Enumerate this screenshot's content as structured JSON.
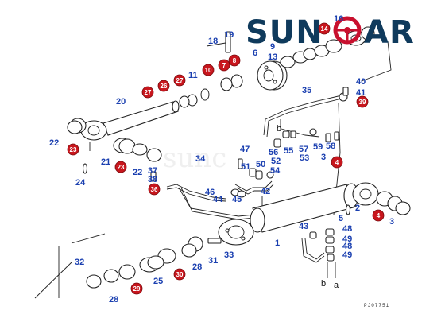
{
  "brand": {
    "left": "SUN",
    "right": "AR",
    "accent": "#c8102e",
    "navy": "#0f3a5c"
  },
  "watermark": "sunc",
  "drawing_code": "PJ07751",
  "connector_letters": {
    "a": "a",
    "b": "b",
    "b_top": "b"
  },
  "colors": {
    "label": "#1a3fb0",
    "callout_fill": "#c8161d"
  },
  "blue_labels": [
    {
      "id": "b18",
      "text": "18"
    },
    {
      "id": "b19",
      "text": "19"
    },
    {
      "id": "b16",
      "text": "16"
    },
    {
      "id": "b6",
      "text": "6"
    },
    {
      "id": "b9",
      "text": "9"
    },
    {
      "id": "b13",
      "text": "13"
    },
    {
      "id": "b11",
      "text": "11"
    },
    {
      "id": "b20",
      "text": "20"
    },
    {
      "id": "b22a",
      "text": "22"
    },
    {
      "id": "b21",
      "text": "21"
    },
    {
      "id": "b22b",
      "text": "22"
    },
    {
      "id": "b24",
      "text": "24"
    },
    {
      "id": "b37",
      "text": "37"
    },
    {
      "id": "b38",
      "text": "38"
    },
    {
      "id": "b34",
      "text": "34"
    },
    {
      "id": "b35",
      "text": "35"
    },
    {
      "id": "b40",
      "text": "40"
    },
    {
      "id": "b41",
      "text": "41"
    },
    {
      "id": "b47",
      "text": "47"
    },
    {
      "id": "b56",
      "text": "56"
    },
    {
      "id": "b55",
      "text": "55"
    },
    {
      "id": "b57",
      "text": "57"
    },
    {
      "id": "b59",
      "text": "59"
    },
    {
      "id": "b58",
      "text": "58"
    },
    {
      "id": "b51",
      "text": "51"
    },
    {
      "id": "b50",
      "text": "50"
    },
    {
      "id": "b52",
      "text": "52"
    },
    {
      "id": "b54",
      "text": "54"
    },
    {
      "id": "b53",
      "text": "53"
    },
    {
      "id": "b3a",
      "text": "3"
    },
    {
      "id": "b46",
      "text": "46"
    },
    {
      "id": "b42",
      "text": "42"
    },
    {
      "id": "b44",
      "text": "44"
    },
    {
      "id": "b45",
      "text": "45"
    },
    {
      "id": "b2",
      "text": "2"
    },
    {
      "id": "b3b",
      "text": "3"
    },
    {
      "id": "b5",
      "text": "5"
    },
    {
      "id": "b1",
      "text": "1"
    },
    {
      "id": "b43",
      "text": "43"
    },
    {
      "id": "b48a",
      "text": "48"
    },
    {
      "id": "b49a",
      "text": "49"
    },
    {
      "id": "b48b",
      "text": "48"
    },
    {
      "id": "b49b",
      "text": "49"
    },
    {
      "id": "b33",
      "text": "33"
    },
    {
      "id": "b31",
      "text": "31"
    },
    {
      "id": "b28a",
      "text": "28"
    },
    {
      "id": "b32",
      "text": "32"
    },
    {
      "id": "b25",
      "text": "25"
    },
    {
      "id": "b28b",
      "text": "28"
    }
  ],
  "red_labels": [
    {
      "id": "r14",
      "text": "14"
    },
    {
      "id": "r7",
      "text": "7"
    },
    {
      "id": "r8",
      "text": "8"
    },
    {
      "id": "r10",
      "text": "10"
    },
    {
      "id": "r26",
      "text": "26"
    },
    {
      "id": "r27a",
      "text": "27"
    },
    {
      "id": "r27b",
      "text": "27"
    },
    {
      "id": "r23a",
      "text": "23"
    },
    {
      "id": "r23b",
      "text": "23"
    },
    {
      "id": "r36",
      "text": "36"
    },
    {
      "id": "r39",
      "text": "39"
    },
    {
      "id": "r4a",
      "text": "4"
    },
    {
      "id": "r4b",
      "text": "4"
    },
    {
      "id": "r30",
      "text": "30"
    },
    {
      "id": "r29",
      "text": "29"
    }
  ]
}
